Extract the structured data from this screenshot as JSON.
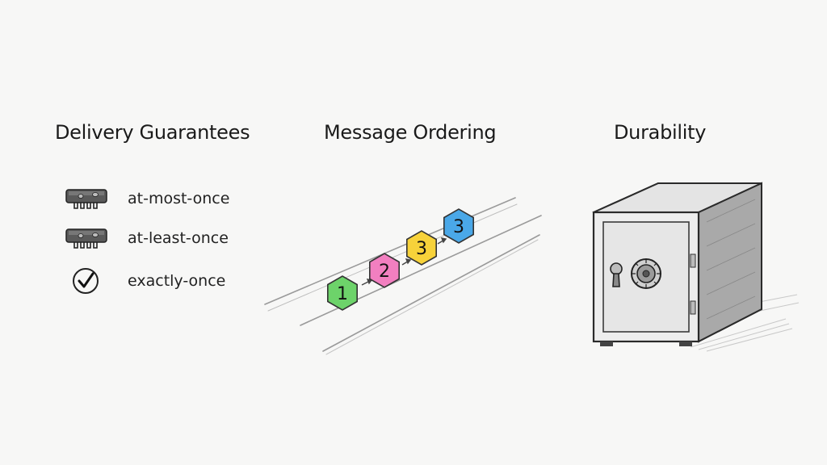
{
  "sections": {
    "delivery": {
      "title": "Delivery Guarantees",
      "items": [
        {
          "label": "at-most-once",
          "icon": "chip-icon"
        },
        {
          "label": "at-least-once",
          "icon": "chip-icon"
        },
        {
          "label": "exactly-once",
          "icon": "checkmark-circle-icon"
        }
      ]
    },
    "ordering": {
      "title": "Message Ordering",
      "messages": [
        {
          "number": "1",
          "color": "#6dd36a"
        },
        {
          "number": "2",
          "color": "#f27fc0"
        },
        {
          "number": "3",
          "color": "#f7d23a"
        },
        {
          "number": "3",
          "color": "#4aa8e8"
        }
      ]
    },
    "durability": {
      "title": "Durability",
      "icon": "safe-icon"
    }
  }
}
